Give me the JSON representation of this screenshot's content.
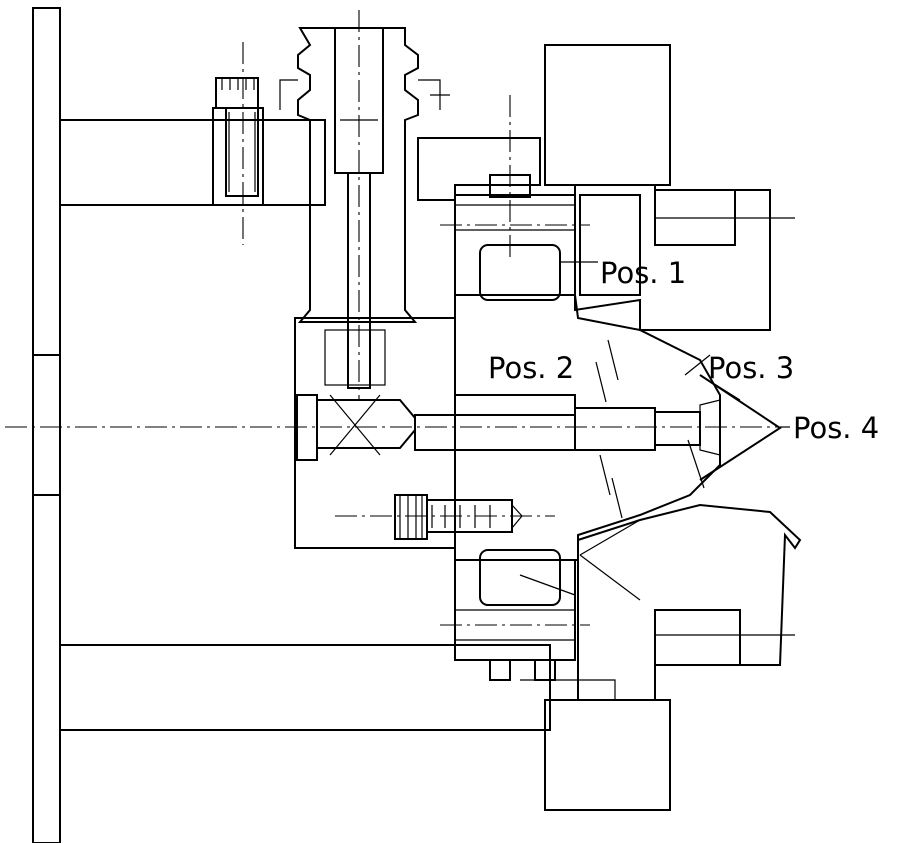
{
  "labels": {
    "pos1": "Pos. 1",
    "pos2": "Pos. 2",
    "pos3": "Pos. 3",
    "pos4": "Pos. 4"
  },
  "colors": {
    "line": "#000000",
    "background": "#ffffff"
  }
}
